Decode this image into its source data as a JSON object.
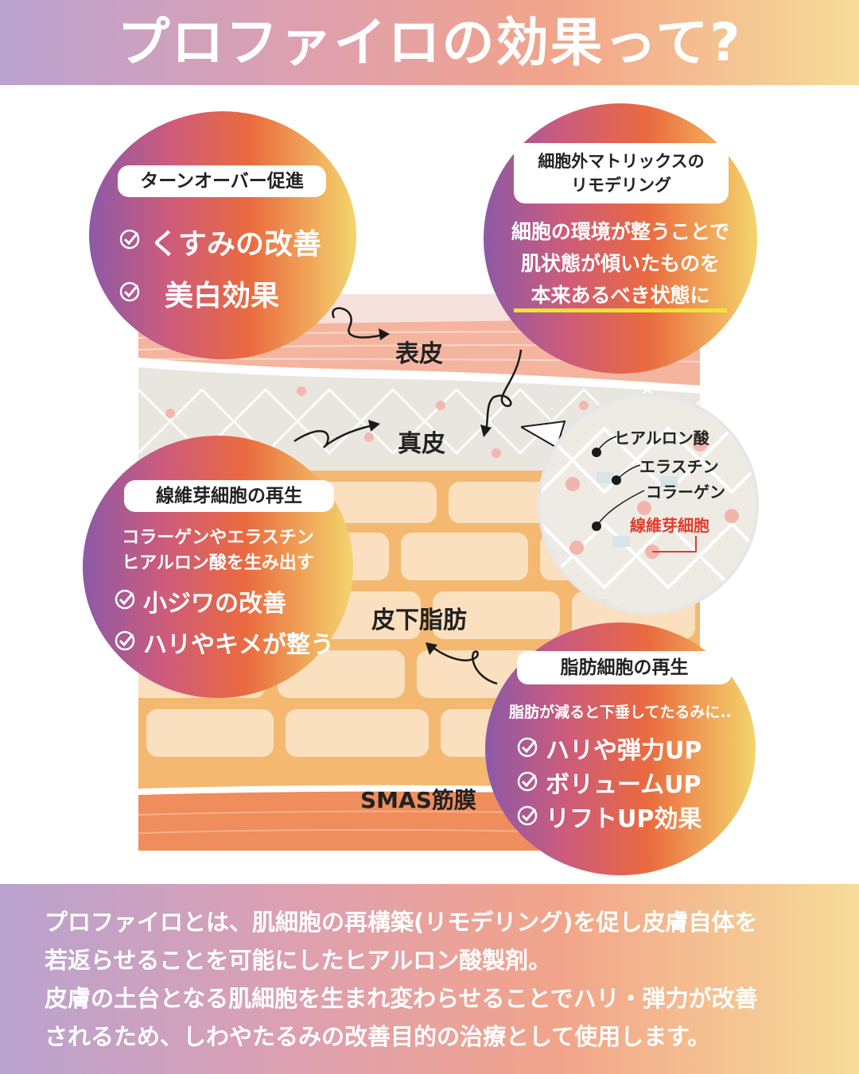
{
  "header": {
    "title": "プロファイロの効果って?"
  },
  "skin_layers": {
    "epidermis": "表皮",
    "dermis": "真皮",
    "subcutaneous_fat": "皮下脂肪",
    "smas": "SMAS筋膜"
  },
  "bubbles": {
    "turnover": {
      "tag": "ターンオーバー促進",
      "items": [
        "くすみの改善",
        "美白効果"
      ]
    },
    "ecm": {
      "tag_line1": "細胞外マトリックスの",
      "tag_line2": "リモデリング",
      "lines": [
        "細胞の環境が整うことで",
        "肌状態が傾いたものを",
        "本来あるべき状態に"
      ]
    },
    "fibroblast": {
      "tag": "線維芽細胞の再生",
      "lines": [
        "コラーゲンやエラスチン",
        "ヒアルロン酸を生み出す"
      ],
      "items": [
        "小ジワの改善",
        "ハリやキメが整う"
      ]
    },
    "fat": {
      "tag": "脂肪細胞の再生",
      "note": "脂肪が減ると下垂してたるみに..",
      "items": [
        "ハリや弾力UP",
        "ボリュームUP",
        "リフトUP効果"
      ]
    }
  },
  "zoom": {
    "hyaluronic": "ヒアルロン酸",
    "elastin": "エラスチン",
    "collagen": "コラーゲン",
    "fibroblast": "線維芽細胞"
  },
  "footer": {
    "line1": "プロファイロとは、肌細胞の再構築(リモデリング)を促し皮膚自体を",
    "line2": "若返らせることを可能にしたヒアルロン酸製剤。",
    "line3": "皮膚の土台となる肌細胞を生まれ変わらせることでハリ・弾力が改善",
    "line4": "されるため、しわやたるみの改善目的の治療として使用します。"
  },
  "colors": {
    "bubble_gradient": [
      "#8c5aa6",
      "#cd5b7c",
      "#ea6a3f",
      "#f4d56d"
    ],
    "highlight_underline": "#f1e23a",
    "fibroblast_label": "#e23b2a"
  }
}
